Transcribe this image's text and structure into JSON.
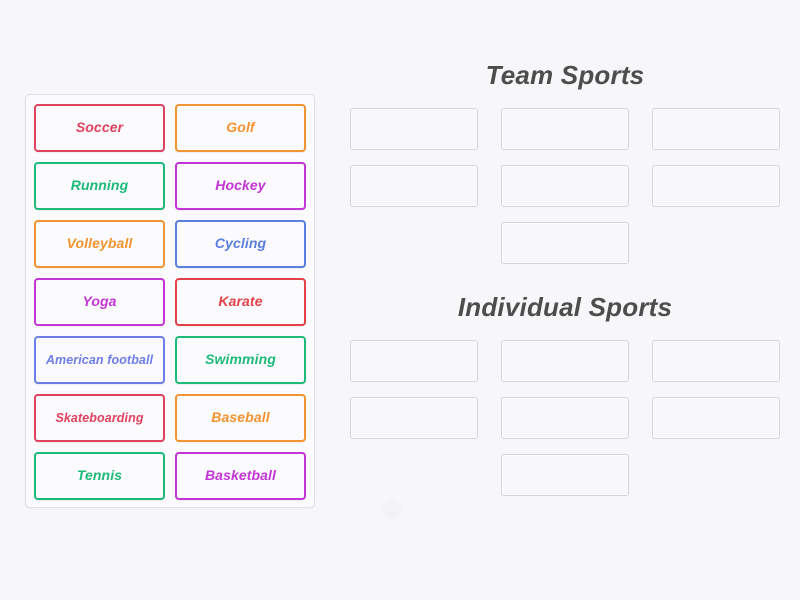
{
  "activity": {
    "type": "group-sort",
    "background_color": "#f7f6f8"
  },
  "tray": {
    "name": "draggable-cards-tray",
    "cards": [
      {
        "label": "Soccer",
        "color": "#e0415f"
      },
      {
        "label": "Golf",
        "color": "#f2942f"
      },
      {
        "label": "Running",
        "color": "#1dba79"
      },
      {
        "label": "Hockey",
        "color": "#c335d6"
      },
      {
        "label": "Volleyball",
        "color": "#f2942f"
      },
      {
        "label": "Cycling",
        "color": "#5b7fe0"
      },
      {
        "label": "Yoga",
        "color": "#c335d6"
      },
      {
        "label": "Karate",
        "color": "#e2434a"
      },
      {
        "label": "American football",
        "color": "#6d7ee8"
      },
      {
        "label": "Swimming",
        "color": "#1dba79"
      },
      {
        "label": "Skateboarding",
        "color": "#e0415f"
      },
      {
        "label": "Baseball",
        "color": "#f2942f"
      },
      {
        "label": "Tennis",
        "color": "#1dba79"
      },
      {
        "label": "Basketball",
        "color": "#c335d6"
      }
    ]
  },
  "groups": [
    {
      "title": "Team Sports",
      "slot_count": 7,
      "slots": [
        "",
        "",
        "",
        "",
        "",
        "",
        ""
      ]
    },
    {
      "title": "Individual Sports",
      "slot_count": 7,
      "slots": [
        "",
        "",
        "",
        "",
        "",
        "",
        ""
      ]
    }
  ]
}
